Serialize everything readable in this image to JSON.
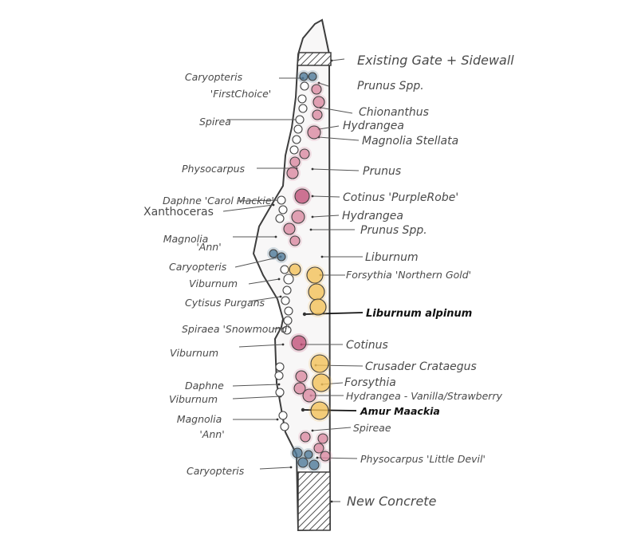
{
  "labels_left": [
    {
      "id": "caryopteris-firstchoice",
      "lines": [
        "Caryopteris",
        "'FirstChoice'"
      ]
    },
    {
      "id": "spirea-1",
      "lines": [
        "Spirea"
      ]
    },
    {
      "id": "physocarpus",
      "lines": [
        "Physocarpus"
      ]
    },
    {
      "id": "daphne-carol-mackie",
      "lines": [
        "Daphne 'Carol Mackie'"
      ]
    },
    {
      "id": "xanthoceras",
      "lines": [
        "Xanthoceras"
      ]
    },
    {
      "id": "magnolia-ann-1",
      "lines": [
        "Magnolia",
        "'Ann'"
      ]
    },
    {
      "id": "caryopteris-2",
      "lines": [
        "Caryopteris"
      ]
    },
    {
      "id": "viburnum-1",
      "lines": [
        "Viburnum"
      ]
    },
    {
      "id": "cytisus-purgans",
      "lines": [
        "Cytisus Purgans"
      ]
    },
    {
      "id": "spiraea-snowmound",
      "lines": [
        "Spiraea 'Snowmound'"
      ]
    },
    {
      "id": "viburnum-2",
      "lines": [
        "Viburnum"
      ]
    },
    {
      "id": "daphne-2",
      "lines": [
        "Daphne"
      ]
    },
    {
      "id": "viburnum-3",
      "lines": [
        "Viburnum"
      ]
    },
    {
      "id": "magnolia-ann-2",
      "lines": [
        "Magnolia",
        "'Ann'"
      ]
    },
    {
      "id": "caryopteris-3",
      "lines": [
        "Caryopteris"
      ]
    }
  ],
  "labels_right": [
    {
      "id": "existing-gate",
      "text": "Existing Gate + Sidewall",
      "strong": false
    },
    {
      "id": "prunus-spp-1",
      "text": "Prunus Spp.",
      "strong": false
    },
    {
      "id": "chionanthus",
      "text": "Chionanthus",
      "strong": false
    },
    {
      "id": "hydrangea-1",
      "text": "Hydrangea",
      "strong": false
    },
    {
      "id": "magnolia-stellata",
      "text": "Magnolia Stellata",
      "strong": false
    },
    {
      "id": "prunus-1",
      "text": "Prunus",
      "strong": false
    },
    {
      "id": "cotinus-purplerobe",
      "text": "Cotinus 'PurpleRobe'",
      "strong": false
    },
    {
      "id": "hydrangea-2",
      "text": "Hydrangea",
      "strong": false
    },
    {
      "id": "prunus-spp-2",
      "text": "Prunus Spp.",
      "strong": false
    },
    {
      "id": "liburnum",
      "text": "Liburnum",
      "strong": false
    },
    {
      "id": "forsythia-northern-gold",
      "text": "Forsythia 'Northern Gold'",
      "strong": false
    },
    {
      "id": "liburnum-alpinum",
      "text": "Liburnum alpinum",
      "strong": true
    },
    {
      "id": "cotinus",
      "text": "Cotinus",
      "strong": false
    },
    {
      "id": "crusader-crataegus",
      "text": "Crusader Crataegus",
      "strong": false
    },
    {
      "id": "forsythia",
      "text": "Forsythia",
      "strong": false
    },
    {
      "id": "hydrangea-vanilla-strawberry",
      "text": "Hydrangea - Vanilla/Strawberry",
      "strong": false
    },
    {
      "id": "amur-maackia",
      "text": "Amur Maackia",
      "strong": true
    },
    {
      "id": "spireae",
      "text": "Spireae",
      "strong": false
    },
    {
      "id": "physocarpus-little-devil",
      "text": "Physocarpus 'Little Devil'",
      "strong": false
    },
    {
      "id": "new-concrete",
      "text": "New Concrete",
      "strong": false
    }
  ],
  "colors": {
    "outline": "#3d3d3d",
    "pink": "#d98aa2",
    "magenta": "#c2527a",
    "yellow": "#f3c15a",
    "blue": "#4d7a98",
    "white": "#ffffff",
    "hatch": "#5a5a5a"
  }
}
